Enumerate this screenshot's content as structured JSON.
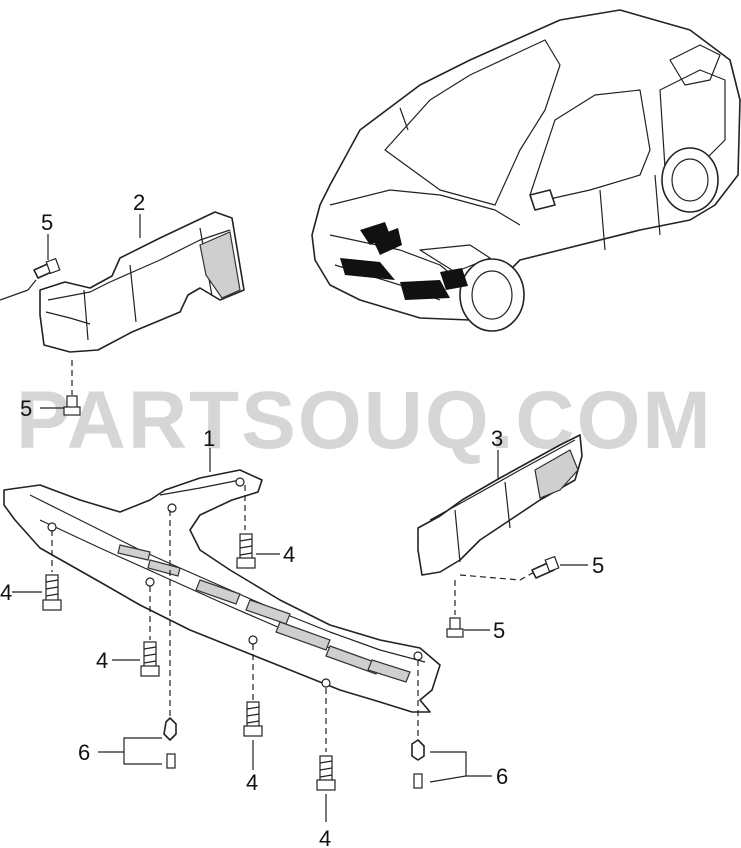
{
  "watermark": "PARTSOUQ.COM",
  "callouts": {
    "c1": "1",
    "c2": "2",
    "c3": "3",
    "c4a": "4",
    "c4b": "4",
    "c4c": "4",
    "c4d": "4",
    "c4e": "4",
    "c5a": "5",
    "c5b": "5",
    "c5c": "5",
    "c5d": "5",
    "c6a": "6",
    "c6b": "6"
  }
}
